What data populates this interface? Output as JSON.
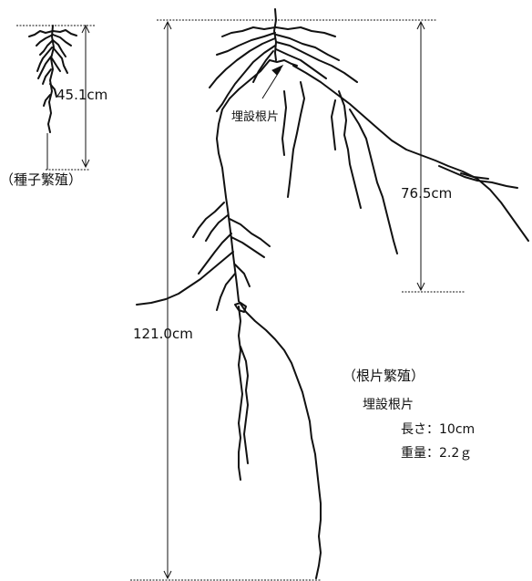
{
  "labels": {
    "seed_depth": "45.1cm",
    "seed_caption": "（種子繁殖）",
    "buried_arrow": "埋設根片",
    "depth_mid": "76.5cm",
    "depth_full": "121.0cm",
    "rhizome_caption": "（根片繁殖）",
    "buried_fragment": "埋設根片",
    "length": "長さ：10cm",
    "weight": "重量：2.2ｇ"
  },
  "colors": {
    "ink": "#111111",
    "background": "#ffffff"
  }
}
